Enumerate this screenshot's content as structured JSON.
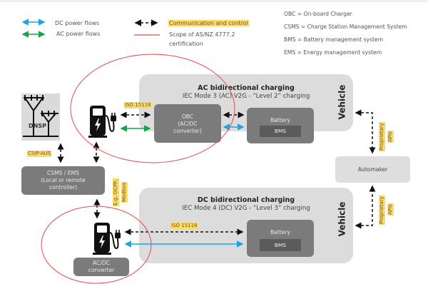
{
  "legend": {
    "dc_power": "DC power flows",
    "ac_power": "AC power flows",
    "communication": "Communication and control",
    "scope_line1": "Scope of AS/NZ 4777.2",
    "scope_line2": "certification"
  },
  "abbreviations": [
    "OBC = On-board Charger",
    "CSMS = Charge Station Management System",
    "BMS = Battery management system",
    "EMS = Energy management system"
  ],
  "colors": {
    "dc": "#1aa6e6",
    "ac": "#16a34a",
    "scope": "#e8484b",
    "highlight": "#fcd96a",
    "panel": "#dcdcdc",
    "box_dark": "#7b7b7b",
    "bms": "#5b5b5b"
  },
  "dnsp": {
    "label": "DNSP"
  },
  "csip_label": "CSIP-AUS",
  "csms": {
    "line1": "CSMS / EMS",
    "line2": "(Local or remote",
    "line3": "controller)"
  },
  "ocpp_label": {
    "line1": "E.g. OCPP,",
    "line2": "Modbus"
  },
  "ac_panel": {
    "title": "AC bidirectional charging",
    "subtitle": "IEC Mode 3 (AC) V2G - “Level 2” charging",
    "iso_label": "ISO 15118",
    "obc": {
      "line1": "OBC",
      "line2": "(AC/DC",
      "line3": "converter)"
    },
    "battery": "Battery",
    "bms": "BMS",
    "vehicle": "Vehicle"
  },
  "dc_panel": {
    "title": "DC bidirectional charging",
    "subtitle": "IEC Mode 4 (DC) V2G - “Level 3” charging",
    "iso_label": "ISO 15118",
    "battery": "Battery",
    "bms": "BMS",
    "vehicle": "Vehicle"
  },
  "dc_charger": {
    "converter_line1": "AC/DC",
    "converter_line2": "converter"
  },
  "automaker": {
    "label": "Automaker"
  },
  "proprietary_top": {
    "line1": "Proprietary",
    "line2": "APIs"
  },
  "proprietary_bottom": {
    "line1": "Proprietary",
    "line2": "APIs"
  }
}
